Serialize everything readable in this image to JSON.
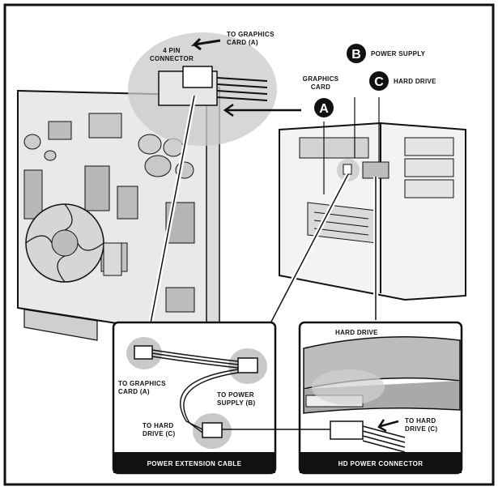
{
  "labels": {
    "four_pin_l1": "4 PIN",
    "four_pin_l2": "CONNECTOR",
    "to_gc_l1": "TO GRAPHICS",
    "to_gc_l2": "CARD (A)",
    "gc_l1": "GRAPHICS",
    "gc_l2": "CARD",
    "power_supply": "POWER SUPPLY",
    "hard_drive_top": "HARD DRIVE",
    "hard_drive_inset": "HARD DRIVE",
    "cable_to_gc_l1": "TO GRAPHICS",
    "cable_to_gc_l2": "CARD (A)",
    "cable_to_ps_l1": "TO POWER",
    "cable_to_ps_l2": "SUPPLY (B)",
    "cable_to_hd_l1": "TO HARD",
    "cable_to_hd_l2": "DRIVE (C)",
    "hdpc_to_hd_l1": "TO HARD",
    "hdpc_to_hd_l2": "DRIVE (C)"
  },
  "badges": {
    "a": "A",
    "b": "B",
    "c": "C"
  },
  "panels": {
    "power_extension_cable": "POWER EXTENSION CABLE",
    "hd_power_connector": "HD POWER CONNECTOR"
  }
}
